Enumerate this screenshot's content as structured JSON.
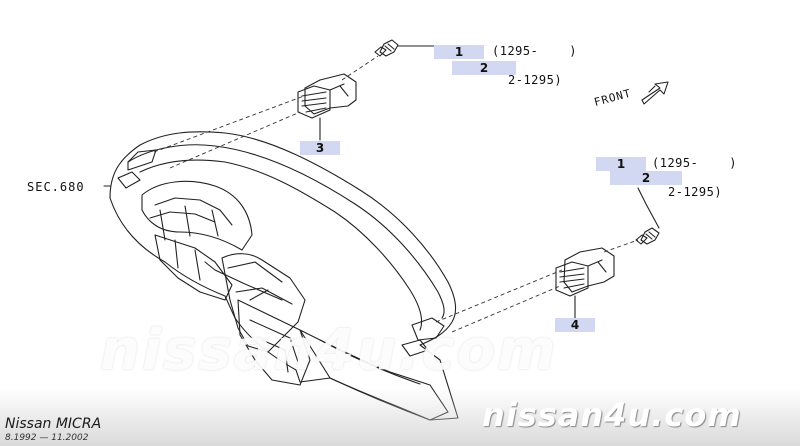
{
  "diagram": {
    "callouts": [
      {
        "id": "1",
        "text": "1"
      },
      {
        "id": "2",
        "text": "2"
      },
      {
        "id": "3",
        "text": "3"
      },
      {
        "id": "1b",
        "text": "1"
      },
      {
        "id": "2b",
        "text": "2"
      },
      {
        "id": "4",
        "text": "4"
      }
    ],
    "date_labels": [
      {
        "id": "d1",
        "text": "(1295-    )"
      },
      {
        "id": "d2",
        "text": "2-1295)"
      },
      {
        "id": "d1b",
        "text": "(1295-    )"
      },
      {
        "id": "d2b",
        "text": "2-1295)"
      }
    ],
    "front_label": "FRONT",
    "section_ref": "SEC.680"
  },
  "footer": {
    "brand": "Nissan MICRA",
    "range": "8.1992 — 11.2002",
    "watermark": "nissan4u.com"
  },
  "watermark_mid": "nissan4u.com"
}
